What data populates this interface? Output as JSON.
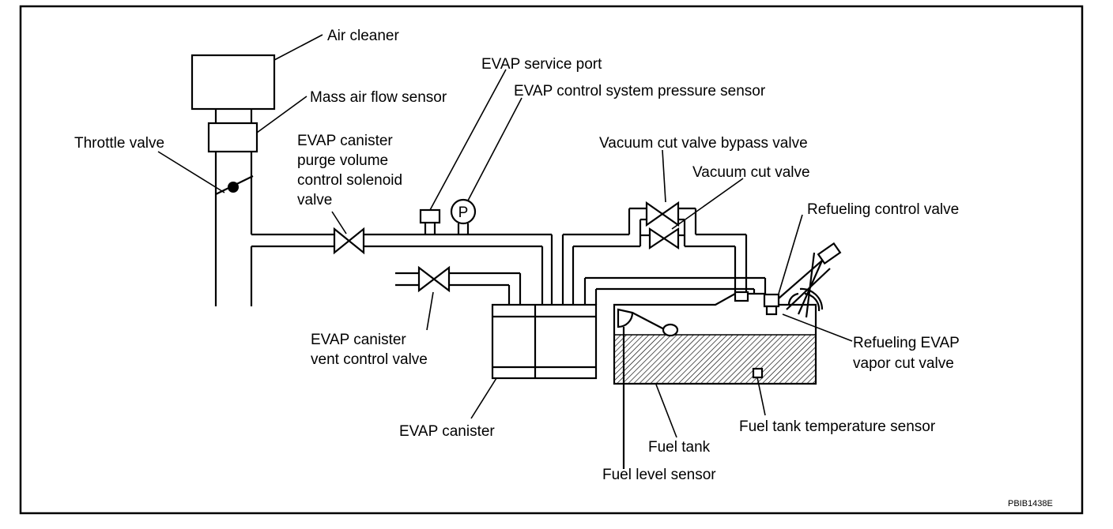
{
  "labels": {
    "air_cleaner": "Air cleaner",
    "mass_air_flow_sensor": "Mass air flow sensor",
    "throttle_valve": "Throttle valve",
    "evap_service_port": "EVAP service port",
    "evap_pressure_sensor": "EVAP control system pressure sensor",
    "purge_valve_line1": "EVAP canister",
    "purge_valve_line2": "purge volume",
    "purge_valve_line3": "control solenoid",
    "purge_valve_line4": "valve",
    "vacuum_cut_bypass_valve": "Vacuum cut valve bypass valve",
    "vacuum_cut_valve": "Vacuum cut valve",
    "refueling_control_valve": "Refueling control valve",
    "refueling_evap_line1": "Refueling EVAP",
    "refueling_evap_line2": "vapor cut valve",
    "vent_valve_line1": "EVAP canister",
    "vent_valve_line2": "vent control valve",
    "evap_canister": "EVAP canister",
    "fuel_tank_temp_sensor": "Fuel tank temperature sensor",
    "fuel_tank": "Fuel tank",
    "fuel_level_sensor": "Fuel level sensor",
    "pressure_symbol": "P"
  },
  "figure_code": "PBIB1438E"
}
